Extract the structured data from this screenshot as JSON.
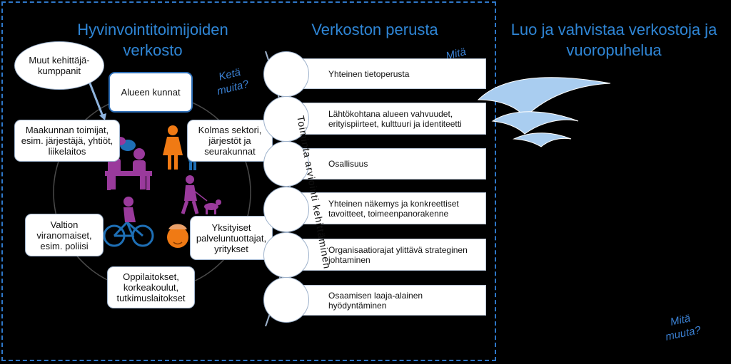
{
  "left": {
    "title": "Hyvinvointitoimijoiden verkosto",
    "question": "Ketä muita?",
    "nodes": {
      "partners": "Muut kehittäjä-kumppanit",
      "municipalities": "Alueen kunnat",
      "county": "Maakunnan toimijat, esim. järjestäjä, yhtiöt, liikelaitos",
      "third_sector": "Kolmas sektori, järjestöt ja seurakunnat",
      "state": "Valtion viranomaiset, esim. poliisi",
      "private": "Yksityiset palveluntuottajat, yritykset",
      "education": "Oppilaitokset, korkeakoulut, tutkimuslaitokset"
    }
  },
  "middle": {
    "title": "Verkoston perusta",
    "question": "Mitä muuta?",
    "items": [
      "Yhteinen tietoperusta",
      "Lähtökohtana alueen vahvuudet, erityispiirteet, kulttuuri ja identiteetti",
      "Osallisuus",
      "Yhteinen näkemys ja konkreettiset tavoitteet, toimeenpanorakenne",
      "Organisaatiorajat ylittävä strateginen johtaminen",
      "Osaamisen laaja-alainen hyödyntäminen"
    ],
    "vertical_text": "Toiminta arviointi kehittäminen"
  },
  "right": {
    "title": "Luo ja vahvistaa verkostoja ja vuoropuhelua",
    "question": "Mitä muuta?"
  },
  "colors": {
    "accent": "#2f86d6",
    "purple": "#9a3a9c",
    "orange": "#f07a14",
    "blue": "#1e6fb5",
    "wave": "#a9cdf0"
  }
}
